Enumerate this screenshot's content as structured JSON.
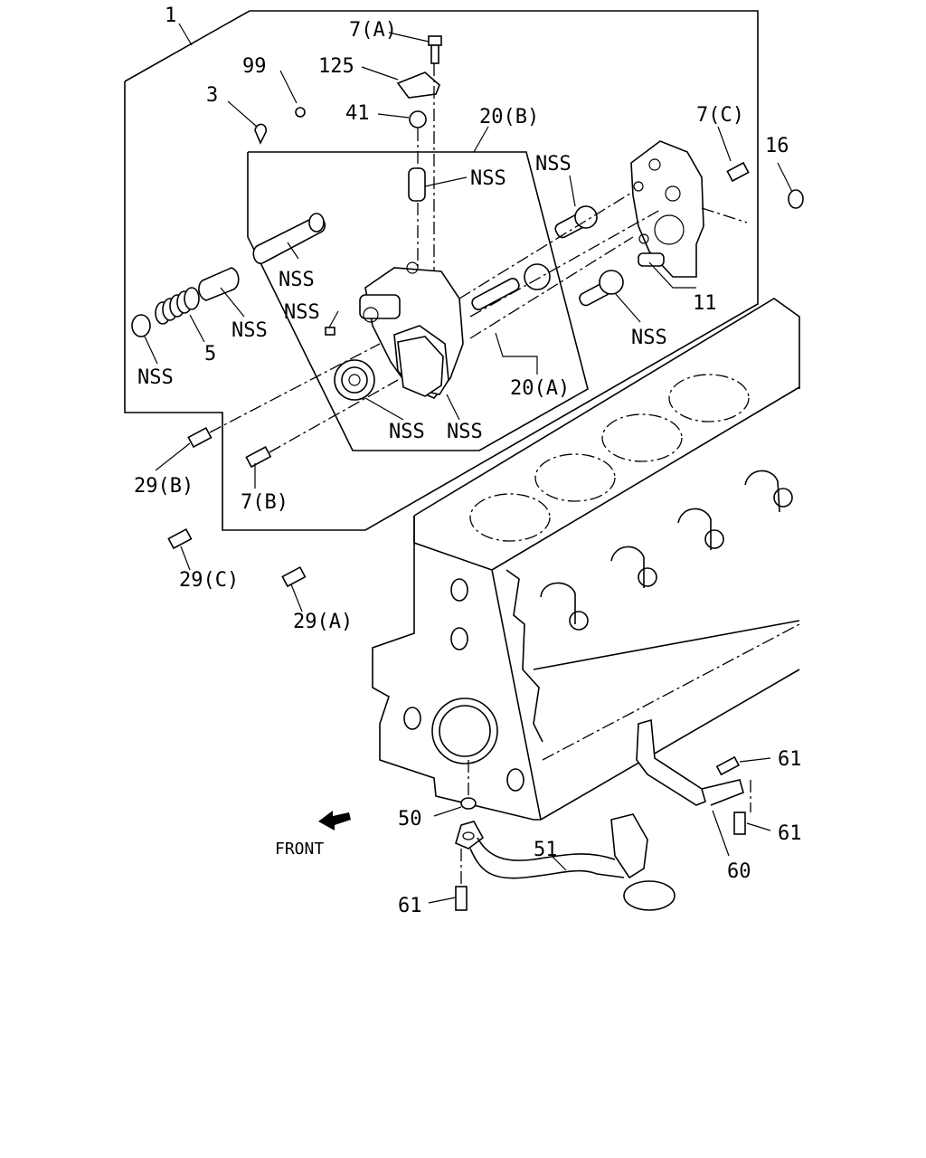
{
  "labels": {
    "l1": "1",
    "l7a": "7(A)",
    "l99": "99",
    "l125": "125",
    "l3": "3",
    "l41": "41",
    "l20b": "20(B)",
    "l7c": "7(C)",
    "l16": "16",
    "nss_sleeve": "NSS",
    "nss_gear_top": "NSS",
    "nss_plunger": "NSS",
    "nss_cap": "NSS",
    "nss_pin": "NSS",
    "nss_disc": "NSS",
    "l5": "5",
    "nss_gear_right": "NSS",
    "l11": "11",
    "l20a": "20(A)",
    "nss_idler": "NSS",
    "nss_cover": "NSS",
    "l29b": "29(B)",
    "l7b": "7(B)",
    "l29c": "29(C)",
    "l29a": "29(A)",
    "l61_top": "61",
    "l61_mid": "61",
    "l60": "60",
    "l50": "50",
    "l51": "51",
    "l61_bottom": "61",
    "front": "FRONT"
  },
  "colors": {
    "ink": "#000000",
    "paper": "#ffffff"
  },
  "icons": {
    "front_arrow": "front-arrow-icon"
  }
}
